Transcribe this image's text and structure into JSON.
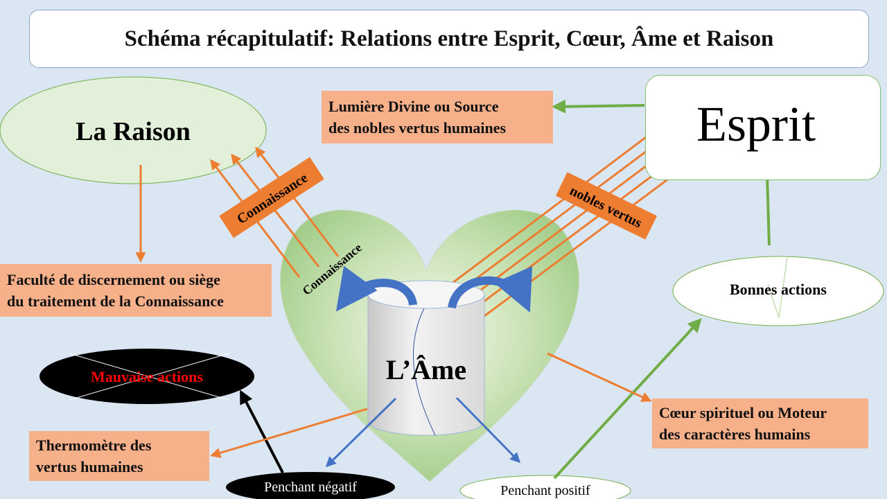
{
  "title": "Schéma récapitulatif: Relations entre Esprit, Cœur, Âme et Raison",
  "nodes": {
    "raison": "La Raison",
    "esprit": "Esprit",
    "ame": "L’Âme",
    "bonnes_actions": "Bonnes actions",
    "mauvaises_actions": "Mauvaise actions",
    "penchant_negatif": "Penchant négatif",
    "penchant_positif": "Penchant positif"
  },
  "boxes": {
    "lumiere": [
      "Lumière Divine ou Source",
      "des nobles vertus humaines"
    ],
    "faculte": [
      "Faculté de discernement ou siège",
      "du traitement de la Connaissance"
    ],
    "thermometre": [
      "Thermomètre des",
      "vertus humaines"
    ],
    "coeur": [
      "Cœur spirituel ou Moteur",
      "des caractères humains"
    ]
  },
  "labels": {
    "connaissance_banner": "Connaissance",
    "nobles_vertus_banner": "nobles vertus",
    "connaissance_curved": "Connaissance"
  },
  "colors": {
    "orange": "#ed7d31",
    "green": "#70ad47",
    "blue": "#4472c4",
    "box_orange": "#f6b08a",
    "heart_green": "#a9d08e",
    "ellipse_fill": "#e2efd9",
    "red_text": "#ff0000"
  }
}
